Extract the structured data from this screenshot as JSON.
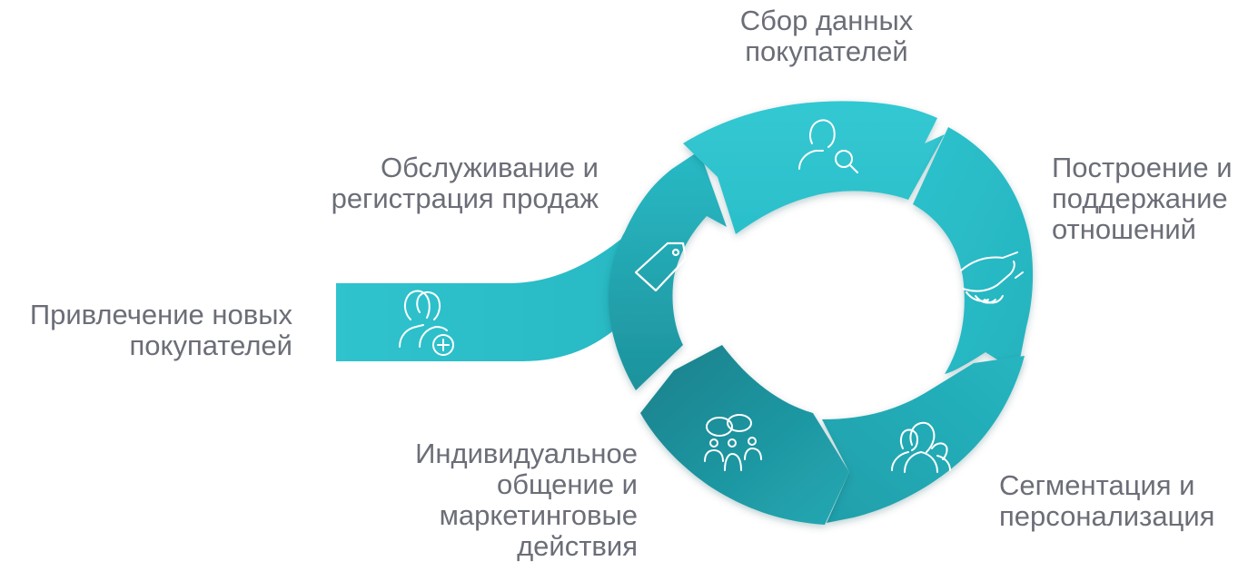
{
  "colors": {
    "cycle_light": "#2ec4cf",
    "cycle_mid": "#23b2bd",
    "cycle_dark": "#1a8c96",
    "icon_stroke": "#ffffff",
    "label_text": "#6b6e77"
  },
  "entry": {
    "icon": "user-add-icon",
    "label": [
      "Привлечение новых",
      "покупателей"
    ]
  },
  "stages": [
    {
      "icon": "user-search-icon",
      "label": [
        "Сбор данных",
        "покупателей"
      ]
    },
    {
      "icon": "handshake-icon",
      "label": [
        "Построение и",
        "поддержание",
        "отношений"
      ]
    },
    {
      "icon": "user-group-icon",
      "label": [
        "Сегментация и",
        "персонализация"
      ]
    },
    {
      "icon": "chat-group-icon",
      "label": [
        "Индивидуальное",
        "общение и",
        "маркетинговые",
        "действия"
      ]
    },
    {
      "icon": "price-tag-icon",
      "label": [
        "Обслуживание и",
        "регистрация продаж"
      ]
    }
  ]
}
